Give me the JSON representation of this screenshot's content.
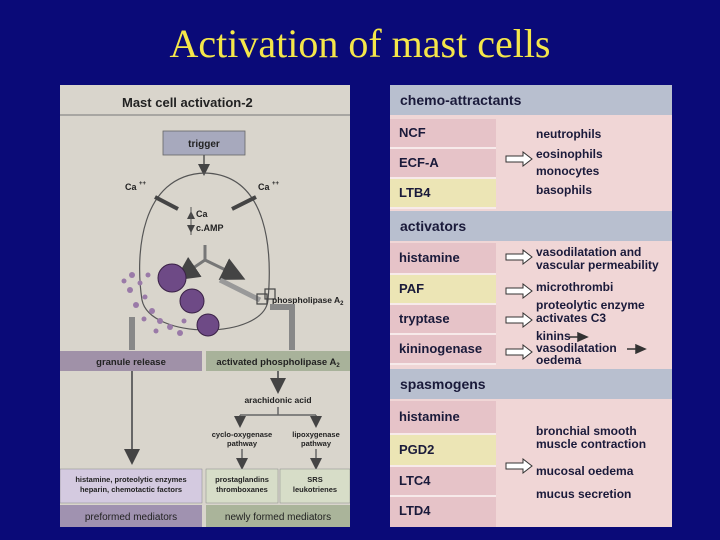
{
  "title": "Activation of mast cells",
  "left_diagram": {
    "header": "Mast cell activation-2",
    "trigger": "trigger",
    "ca_left": "Ca",
    "ca_right": "Ca",
    "ca_plus": "++",
    "ca_inner": "Ca",
    "camp": "c.AMP",
    "phospholipase": "phospholipase A",
    "phospholipase_sub": "2",
    "granule_release": "granule release",
    "activated_phospholipase": "activated phospholipase A",
    "activated_phospholipase_sub": "2",
    "arachidonic_acid": "arachidonic acid",
    "cyclo_1": "cyclo-oxygenase",
    "cyclo_2": "pathway",
    "lipo_1": "lipoxygenase",
    "lipo_2": "pathway",
    "preformed_1": "histamine, proteolytic enzymes",
    "preformed_2": "heparin, chemotactic factors",
    "prost_1": "prostaglandins",
    "prost_2": "thromboxanes",
    "srs_1": "SRS",
    "srs_2": "leukotrienes",
    "preformed_mediators": "preformed mediators",
    "newly_formed_mediators": "newly formed mediators"
  },
  "right_table": {
    "chemo_attractants": {
      "header": "chemo-attractants",
      "items": [
        "NCF",
        "ECF-A",
        "LTB4"
      ],
      "effects": [
        "neutrophils",
        "eosinophils",
        "monocytes",
        "basophils"
      ]
    },
    "activators": {
      "header": "activators",
      "items": [
        "histamine",
        "PAF",
        "tryptase",
        "kininogenase"
      ],
      "effects": [
        "vasodilatation and",
        "vascular permeability",
        "microthrombi",
        "proteolytic enzyme",
        "activates C3",
        "kinins",
        "vasodilatation",
        "oedema"
      ]
    },
    "spasmogens": {
      "header": "spasmogens",
      "items": [
        "histamine",
        "PGD2",
        "LTC4",
        "LTD4"
      ],
      "effects": [
        "bronchial smooth",
        "muscle contraction",
        "mucosal oedema",
        "mucus secretion"
      ]
    }
  }
}
